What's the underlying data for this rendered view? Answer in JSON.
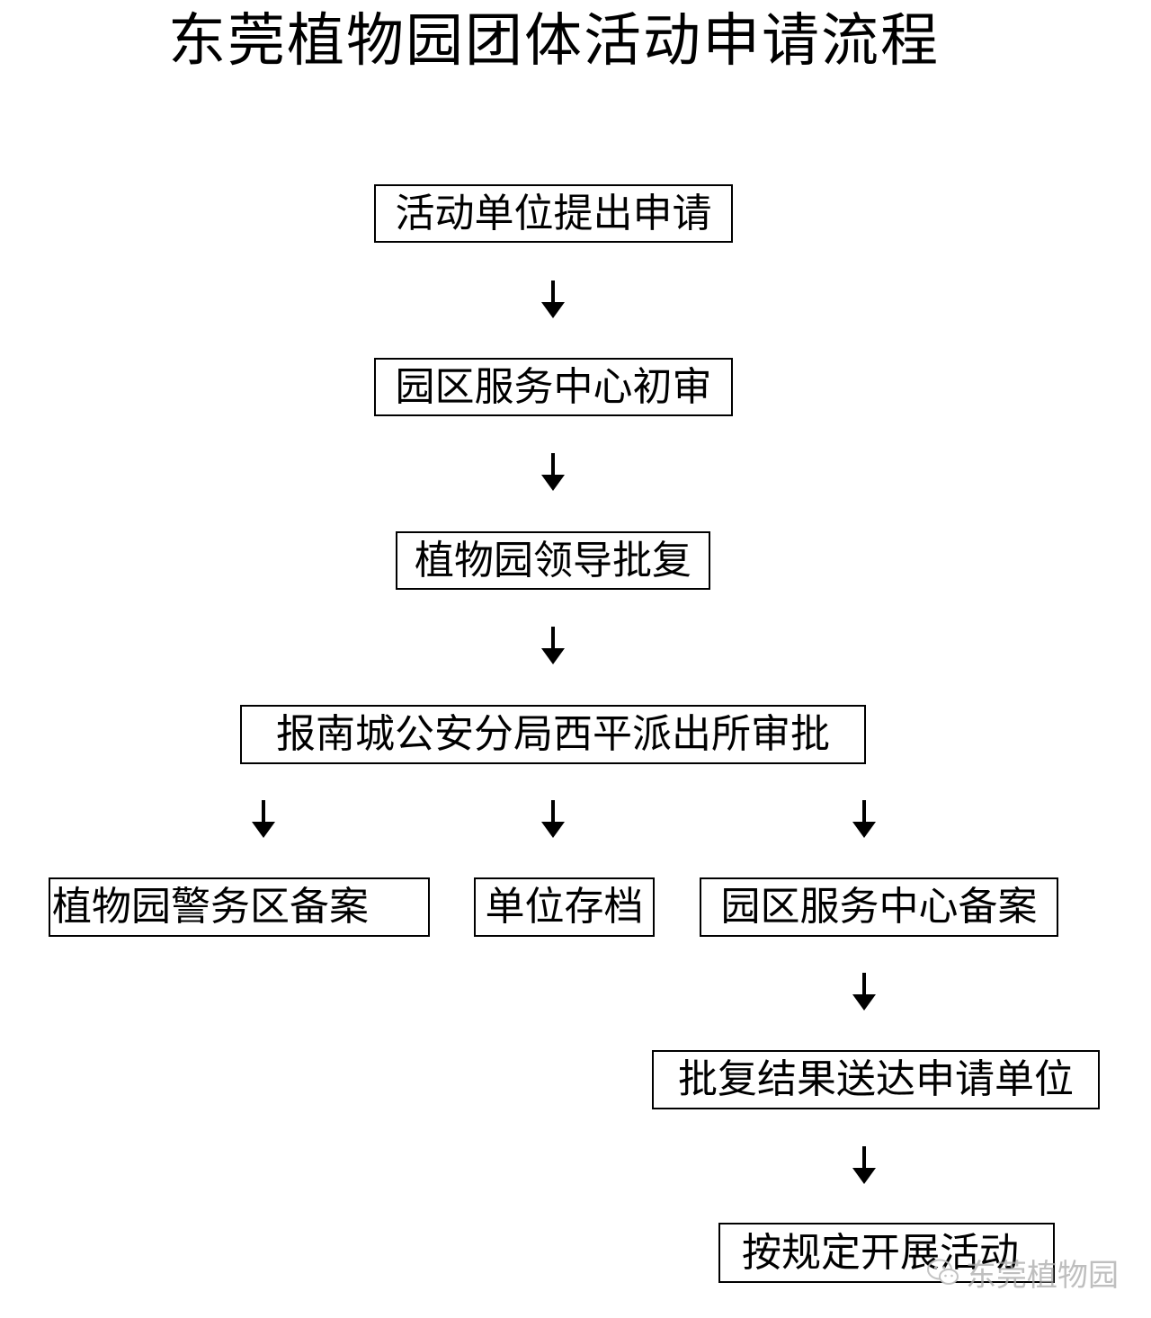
{
  "title": "东莞植物园团体活动申请流程",
  "nodes": {
    "step1": "活动单位提出申请",
    "step2": "园区服务中心初审",
    "step3": "植物园领导批复",
    "step4": "报南城公安分局西平派出所审批",
    "branch_police": "植物园警务区备案",
    "branch_archive": "单位存档",
    "branch_service": "园区服务中心备案",
    "step6": "批复结果送达申请单位",
    "step7": "按规定开展活动"
  },
  "watermark": {
    "text": "东莞植物园",
    "icon": "wechat-icon"
  }
}
